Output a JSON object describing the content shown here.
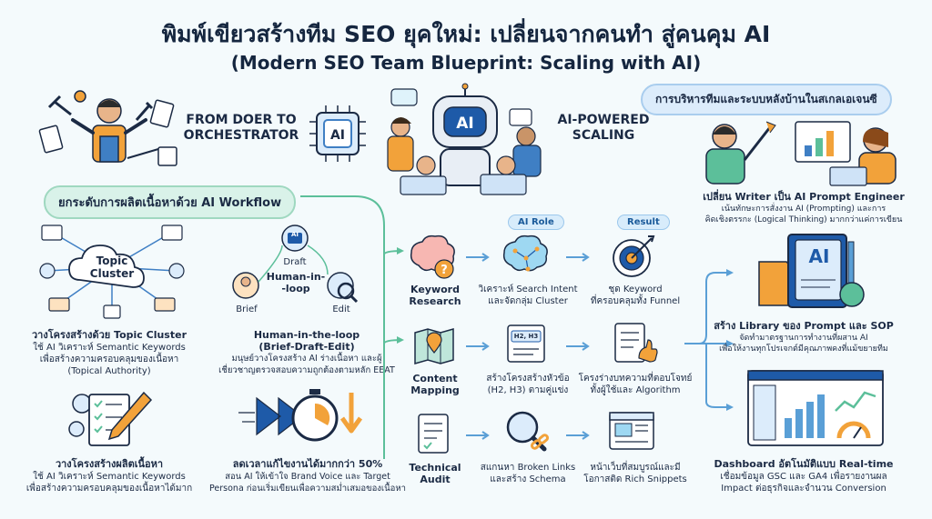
{
  "header": {
    "title": "พิมพ์เขียวสร้างทีม SEO ยุคใหม่: เปลี่ยนจากคนทำ สู่คนคุม AI",
    "subtitle": "(Modern SEO Team Blueprint: Scaling with AI)"
  },
  "hero": {
    "left_label": "FROM DOER TO\nORCHESTRATOR",
    "right_label": "AI-POWERED\nSCALING",
    "robot_text": "AI"
  },
  "workflow": {
    "heading": "ยกระดับการผลิตเนื้อหาด้วย AI Workflow",
    "cluster": {
      "icon_text": "Topic\nCluster",
      "caption_title": "วางโครงสร้างด้วย Topic Cluster",
      "caption_body": "ใช้ AI วิเคราะห์ Semantic Keywords\nเพื่อสร้างความครอบคลุมของเนื้อหา\n(Topical Authority)"
    },
    "hitl": {
      "draft": "Draft",
      "center": "Human-in-\n-loop",
      "brief": "Brief",
      "edit": "Edit",
      "caption_title": "Human-in-the-loop\n(Brief-Draft-Edit)",
      "caption_body": "มนุษย์วางโครงสร้าง AI ร่างเนื้อหา และผู้\nเชี่ยวชาญตรวจสอบความถูกต้องตามหลัก EEAT"
    },
    "produce": {
      "caption_title": "วางโครงสร้างผลิตเนื้อหา",
      "caption_body": "ใช้ AI วิเคราะห์ Semantic Keywords\nเพื่อสร้างความครอบคลุมของเนื้อหาได้มาก"
    },
    "time": {
      "caption_title": "ลดเวลาแก้ไขงานได้มากกว่า 50%",
      "caption_body": "สอน AI ให้เข้าใจ Brand Voice และ Target\nPersona ก่อนเริ่มเขียนเพื่อความสม่ำเสมอของเนื้อหา"
    }
  },
  "flow": {
    "badge_role": "AI Role",
    "badge_result": "Result",
    "rows": [
      {
        "task": "Keyword\nResearch",
        "role": "วิเคราะห์ Search Intent\nและจัดกลุ่ม Cluster",
        "result": "ชุด Keyword\nที่ครอบคลุมทั้ง Funnel"
      },
      {
        "task": "Content\nMapping",
        "role": "สร้างโครงสร้างหัวข้อ\n(H2, H3) ตามคู่แข่ง",
        "result": "โครงร่างบทความที่ตอบโจทย์\nทั้งผู้ใช้และ Algorithm"
      },
      {
        "task": "Technical\nAudit",
        "role": "สแกนหา Broken Links\nและสร้าง Schema",
        "result": "หน้าเว็บที่สมบูรณ์และมี\nโอกาสติด Rich Snippets"
      }
    ],
    "h_label": "H2, H3"
  },
  "management": {
    "heading": "การบริหารทีมและระบบหลังบ้านในสเกลเอเจนซี",
    "writer": {
      "title": "เปลี่ยน Writer เป็น AI Prompt Engineer",
      "body": "เน้นทักษะการสั่งงาน AI (Prompting) และการ\nคิดเชิงตรรกะ (Logical Thinking) มากกว่าแค่การเขียน"
    },
    "library": {
      "icon_text": "AI",
      "title": "สร้าง Library ของ Prompt และ SOP",
      "body": "จัดทำมาตรฐานการทำงานที่ผสาน AI\nเพื่อให้งานทุกโปรเจกต์มีคุณภาพคงที่แม้ขยายทีม"
    },
    "dashboard": {
      "title": "Dashboard อัตโนมัติแบบ Real-time",
      "body": "เชื่อมข้อมูล GSC และ GA4 เพื่อรายงานผล\nImpact ต่อธุรกิจและจำนวน Conversion"
    }
  },
  "colors": {
    "navy": "#1b2a44",
    "teal_pill": "#d9f2e9",
    "blue_pill": "#dcecfb",
    "arrow_green": "#5cbf9a",
    "arrow_blue": "#5a9fd6",
    "orange": "#f2a23a"
  }
}
